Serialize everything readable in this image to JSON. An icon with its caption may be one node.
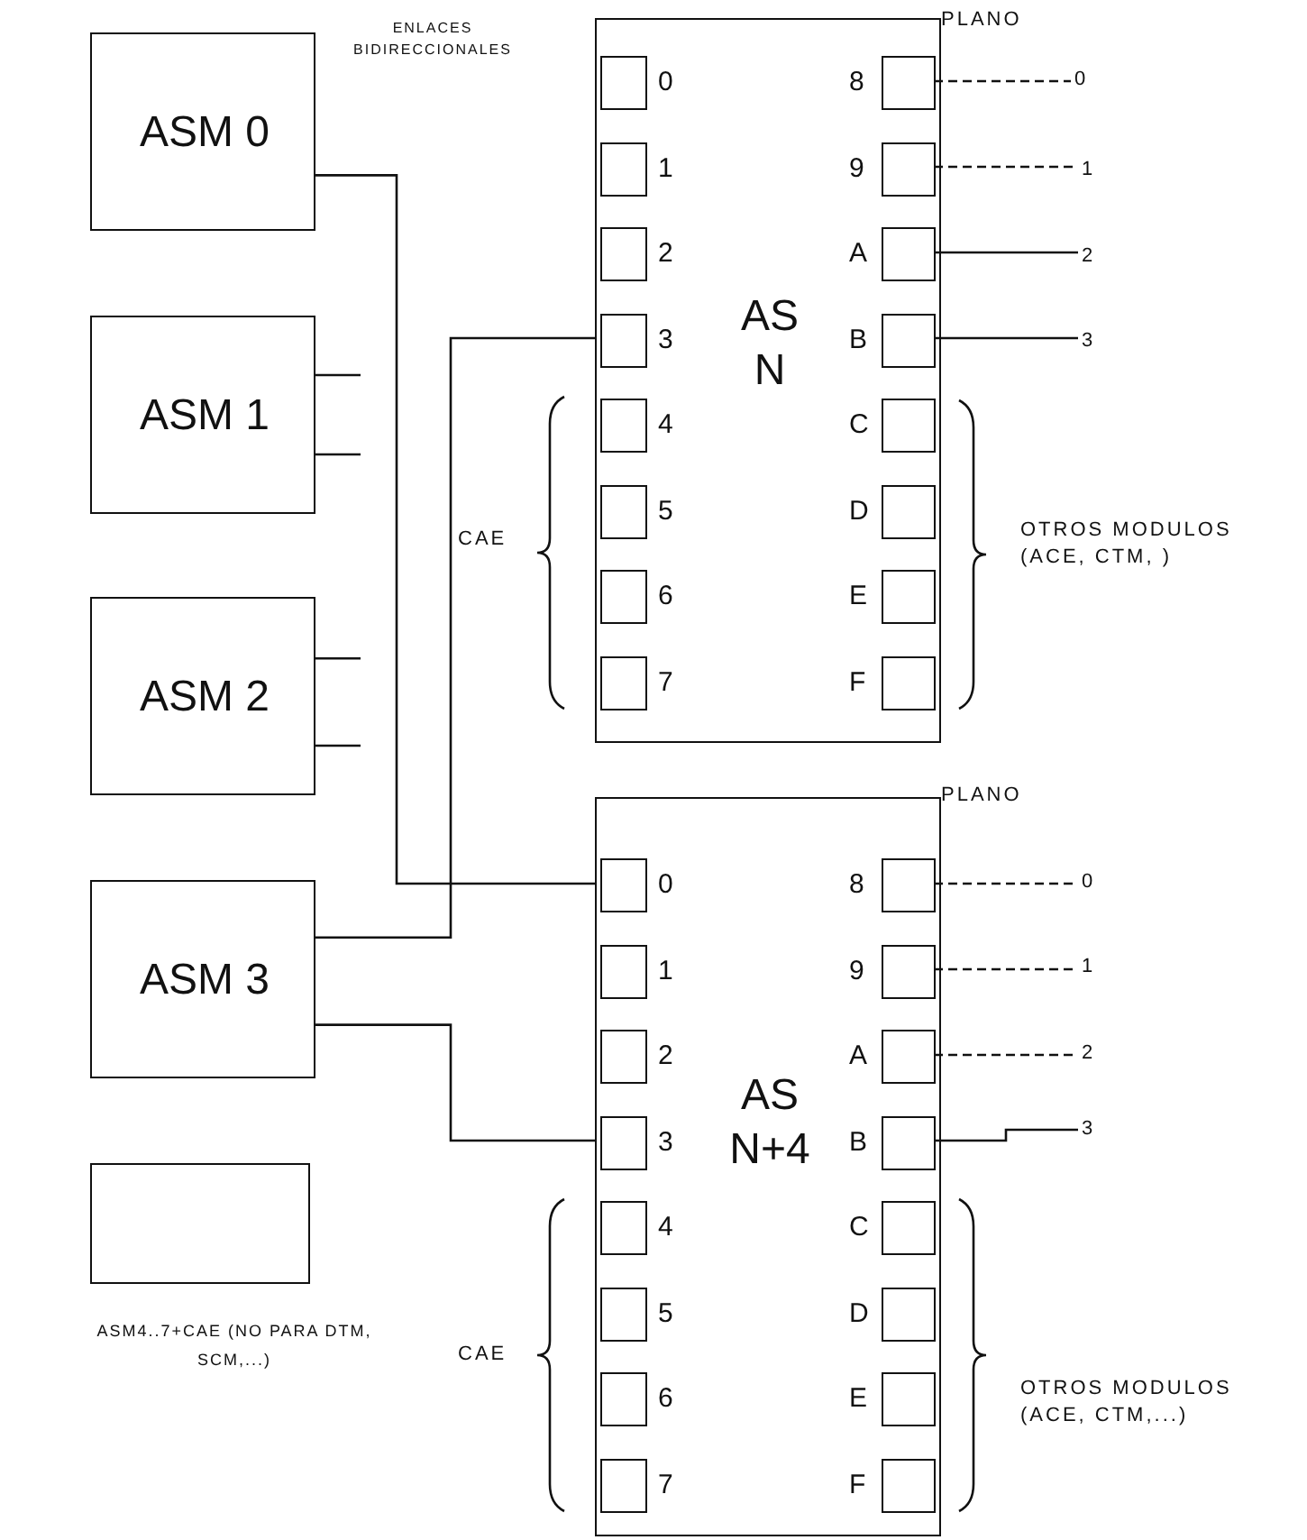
{
  "diagram": {
    "nodes": [
      {
        "text": [
          "ASM 0"
        ]
      },
      {
        "text": [
          "ASM 1"
        ]
      },
      {
        "text": [
          "ASM 2"
        ]
      },
      {
        "text": [
          "ASM 3"
        ]
      },
      {
        "text": [],
        "shape": "box",
        "beside": [
          "ASM4..7+CAE (NO PARA DTM, SCM,...)"
        ]
      },
      {
        "text": [
          "AS N"
        ]
      },
      {
        "text": [
          "0"
        ],
        "in": 5
      },
      {
        "text": [
          "1"
        ],
        "in": 5
      },
      {
        "text": [
          "2"
        ],
        "in": 5
      },
      {
        "text": [
          "3"
        ],
        "in": 5
      },
      {
        "text": [
          "4"
        ],
        "in": 5
      },
      {
        "text": [
          "5"
        ],
        "in": 5
      },
      {
        "text": [
          "6"
        ],
        "in": 5
      },
      {
        "text": [
          "7"
        ],
        "in": 5
      },
      {
        "text": [
          "8"
        ],
        "in": 5
      },
      {
        "text": [
          "9"
        ],
        "in": 5
      },
      {
        "text": [
          "A"
        ],
        "in": 5
      },
      {
        "text": [
          "B"
        ],
        "in": 5
      },
      {
        "text": [
          "C"
        ],
        "in": 5
      },
      {
        "text": [
          "D"
        ],
        "in": 5
      },
      {
        "text": [
          "E"
        ],
        "in": 5
      },
      {
        "text": [
          "F"
        ],
        "in": 5
      },
      {
        "text": [
          "AS N+4"
        ]
      },
      {
        "text": [
          "0"
        ],
        "in": 22
      },
      {
        "text": [
          "1"
        ],
        "in": 22
      },
      {
        "text": [
          "2"
        ],
        "in": 22
      },
      {
        "text": [
          "3"
        ],
        "in": 22
      },
      {
        "text": [
          "4"
        ],
        "in": 22
      },
      {
        "text": [
          "5"
        ],
        "in": 22
      },
      {
        "text": [
          "6"
        ],
        "in": 22
      },
      {
        "text": [
          "7"
        ],
        "in": 22
      },
      {
        "text": [
          "8"
        ],
        "in": 22
      },
      {
        "text": [
          "9"
        ],
        "in": 22
      },
      {
        "text": [
          "A"
        ],
        "in": 22
      },
      {
        "text": [
          "B"
        ],
        "in": 22
      },
      {
        "text": [
          "C"
        ],
        "in": 22
      },
      {
        "text": [
          "D"
        ],
        "in": 22
      },
      {
        "text": [
          "E"
        ],
        "in": 22
      },
      {
        "text": [
          "F"
        ],
        "in": 22
      },
      {
        "text": [
          "0"
        ]
      },
      {
        "text": [
          "1"
        ]
      },
      {
        "text": [
          "2"
        ]
      },
      {
        "text": [
          "3"
        ]
      },
      {
        "text": [
          "0"
        ]
      },
      {
        "text": [
          "1"
        ]
      },
      {
        "text": [
          "2"
        ]
      },
      {
        "text": [
          "3"
        ]
      }
    ],
    "edges": [
      {
        "from": 0,
        "to": 23,
        "arrow": "none"
      },
      {
        "from": 1,
        "to": null,
        "arrow": "none"
      },
      {
        "from": 1,
        "to": null,
        "arrow": "none"
      },
      {
        "from": 2,
        "to": null,
        "arrow": "none"
      },
      {
        "from": 2,
        "to": null,
        "arrow": "none"
      },
      {
        "from": 3,
        "to": 9,
        "arrow": "none"
      },
      {
        "from": 3,
        "to": 26,
        "arrow": "none"
      },
      {
        "from": 14,
        "to": 39,
        "arrow": "none",
        "style": "dashed"
      },
      {
        "from": 15,
        "to": 40,
        "arrow": "none",
        "style": "dashed"
      },
      {
        "from": 16,
        "to": 41,
        "arrow": "none"
      },
      {
        "from": 17,
        "to": 42,
        "arrow": "none"
      },
      {
        "from": 31,
        "to": 43,
        "arrow": "none",
        "style": "dashed"
      },
      {
        "from": 32,
        "to": 44,
        "arrow": "none",
        "style": "dashed"
      },
      {
        "from": 33,
        "to": 45,
        "arrow": "none",
        "style": "dashed"
      },
      {
        "from": 34,
        "to": 46,
        "arrow": "none"
      }
    ],
    "labels": [
      "ENLACES BIDIRECCIONALES",
      "PLANO",
      "CAE",
      "OTROS MODULOS (ACE, CTM, )",
      "PLANO",
      "CAE",
      "OTROS MODULOS (ACE, CTM,...)"
    ]
  }
}
